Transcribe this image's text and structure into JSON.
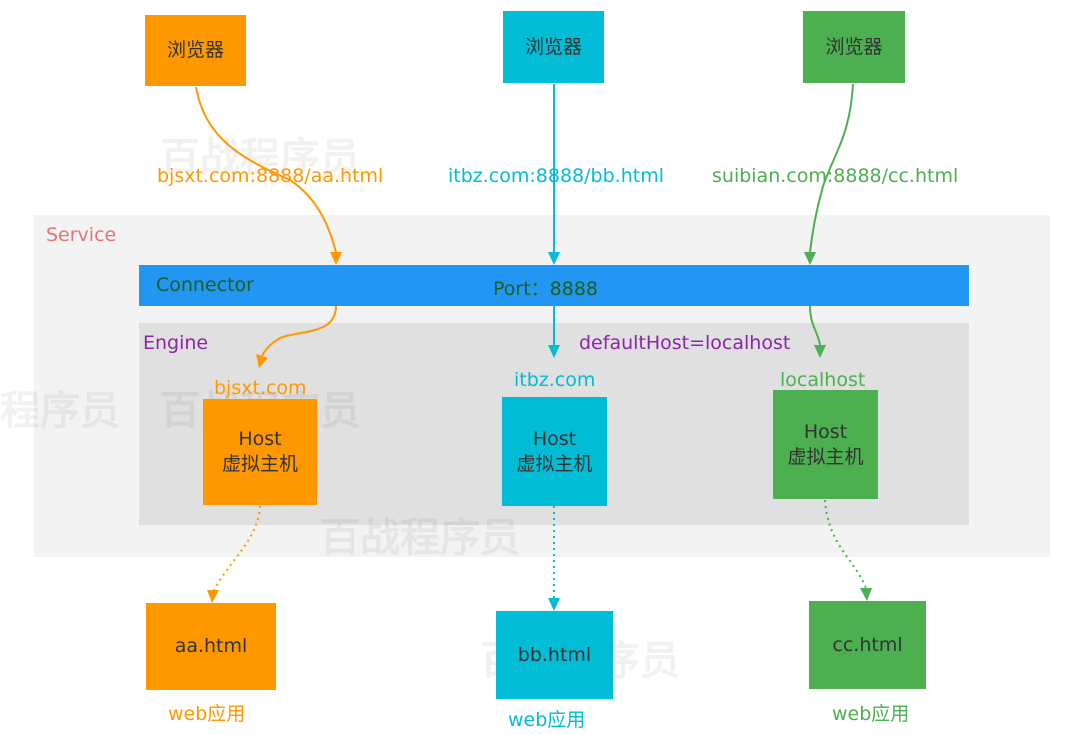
{
  "colors": {
    "orange": "#ff9800",
    "cyan": "#00bcd4",
    "green": "#4caf50",
    "blue": "#2196f3",
    "service_bg": "#f3f3f3",
    "engine_bg": "#e0e0e0",
    "service_text": "#e57373",
    "connector_text": "#1b5e20",
    "engine_text": "#8e24aa"
  },
  "browsers": [
    {
      "label": "浏览器",
      "url": "bjsxt.com:8888/aa.html",
      "color": "orange"
    },
    {
      "label": "浏览器",
      "url": "itbz.com:8888/bb.html",
      "color": "cyan"
    },
    {
      "label": "浏览器",
      "url": "suibian.com:8888/cc.html",
      "color": "green"
    }
  ],
  "service": {
    "label": "Service"
  },
  "connector": {
    "label": "Connector",
    "port_label": "Port：8888"
  },
  "engine": {
    "label": "Engine",
    "default_host": "defaultHost=localhost"
  },
  "hosts": [
    {
      "name": "bjsxt.com",
      "title": "Host",
      "subtitle": "虚拟主机",
      "color": "orange"
    },
    {
      "name": "itbz.com",
      "title": "Host",
      "subtitle": "虚拟主机",
      "color": "cyan"
    },
    {
      "name": "localhost",
      "title": "Host",
      "subtitle": "虚拟主机",
      "color": "green"
    }
  ],
  "apps": [
    {
      "file": "aa.html",
      "caption": "web应用",
      "color": "orange"
    },
    {
      "file": "bb.html",
      "caption": "web应用",
      "color": "cyan"
    },
    {
      "file": "cc.html",
      "caption": "web应用",
      "color": "green"
    }
  ],
  "watermark": "百战程序员"
}
